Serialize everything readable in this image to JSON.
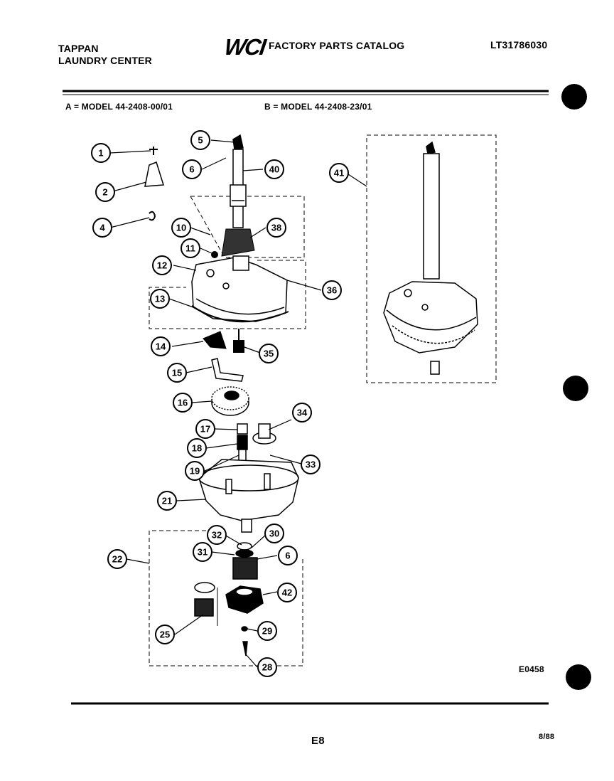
{
  "header": {
    "brand_line1": "TAPPAN",
    "brand_line2": "LAUNDRY CENTER",
    "logo_text": "WCI",
    "catalog_title": "FACTORY PARTS CATALOG",
    "catalog_number": "LT31786030"
  },
  "models": {
    "model_a": "A = MODEL 44-2408-00/01",
    "model_b": "B = MODEL 44-2408-23/01"
  },
  "callouts": [
    "1",
    "2",
    "4",
    "5",
    "6",
    "40",
    "10",
    "38",
    "11",
    "12",
    "13",
    "36",
    "14",
    "35",
    "15",
    "16",
    "17",
    "18",
    "19",
    "21",
    "33",
    "34",
    "41",
    "22",
    "32",
    "31",
    "30",
    "6",
    "42",
    "25",
    "29",
    "28"
  ],
  "footer": {
    "diagram_code": "E0458",
    "page_code": "E8",
    "date_code": "8/88"
  }
}
